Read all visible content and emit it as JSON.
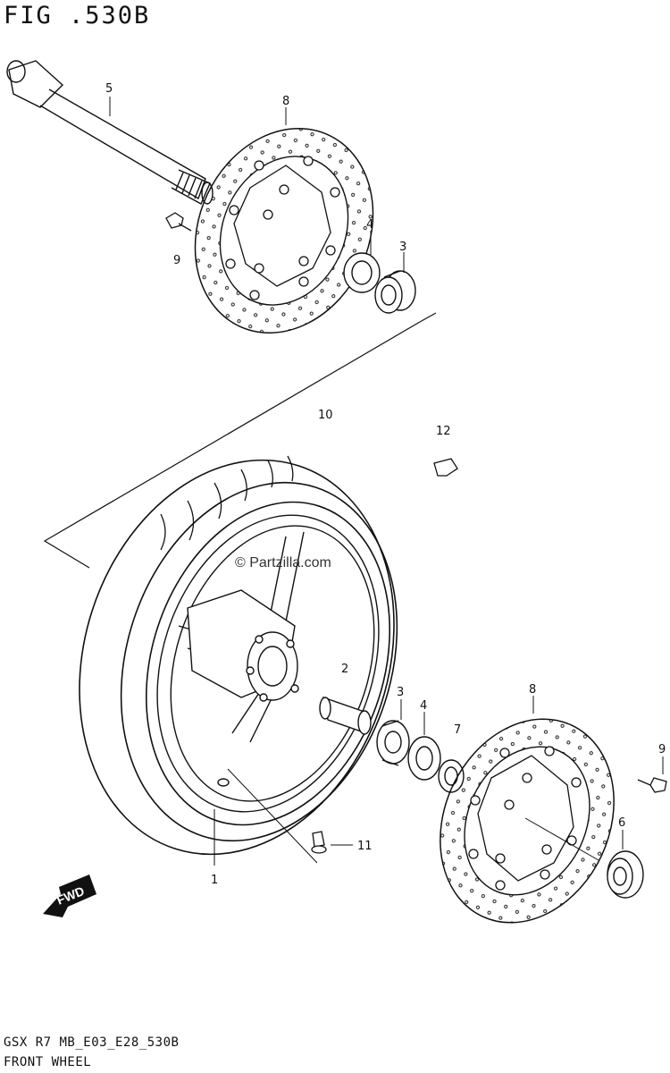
{
  "header": {
    "figure_title": "FIG .530B"
  },
  "watermark": "© Partzilla.com",
  "direction_badge": "FWD",
  "footer": {
    "model_code": "GSX R7 MB_E03_E28_530B",
    "section_name": "FRONT WHEEL"
  },
  "callouts": [
    {
      "num": "1",
      "part": "wheel"
    },
    {
      "num": "2",
      "part": "spacer"
    },
    {
      "num": "3",
      "part": "bearing"
    },
    {
      "num": "3",
      "part": "bearing"
    },
    {
      "num": "4",
      "part": "dust-seal"
    },
    {
      "num": "4",
      "part": "dust-seal"
    },
    {
      "num": "5",
      "part": "axle"
    },
    {
      "num": "6",
      "part": "collar"
    },
    {
      "num": "7",
      "part": "spacer"
    },
    {
      "num": "8",
      "part": "brake-disc"
    },
    {
      "num": "8",
      "part": "brake-disc"
    },
    {
      "num": "9",
      "part": "bolt"
    },
    {
      "num": "9",
      "part": "bolt"
    },
    {
      "num": "10",
      "part": "tire"
    },
    {
      "num": "11",
      "part": "valve"
    },
    {
      "num": "12",
      "part": "balancer"
    }
  ]
}
